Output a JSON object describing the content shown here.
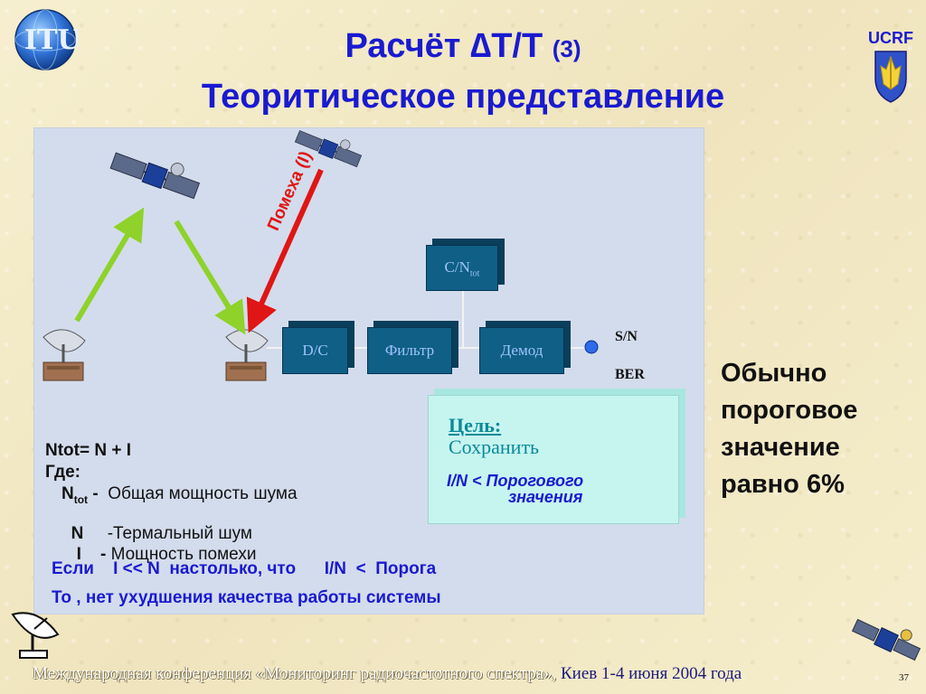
{
  "title": {
    "line1_main": "Расчёт ∆T/T",
    "line1_num": "(3)",
    "line2": "Теоритическое представление"
  },
  "logo_ucrf": "UCRF",
  "diagram": {
    "interference_label": "Помеха (I)",
    "block_cn": "C/N",
    "block_cn_sub": "tot",
    "block_dc": "D/C",
    "block_filter": "Фильтр",
    "block_demod": "Демод",
    "out_sn": "S/N",
    "out_ber": "BER"
  },
  "goal": {
    "title": "Цель:",
    "keep": "Сохранить",
    "cond_line1": "I/N  <  Порогового",
    "cond_line2": "значения"
  },
  "formula": {
    "ntot": "Ntot= N + I",
    "where": "Где:",
    "def1_sym": "N",
    "def1_sub": "tot",
    "def1_dash": " -",
    "def1_text": "  Общая мощность шума",
    "def2_sym": "N",
    "def2_text": "     -Термальный шум",
    "def3_sym": "I",
    "def3_dash": "    -",
    "def3_text": " Мощность помехи",
    "if_line": "Если    I << N  настолько, что      I/N  <  Порога",
    "then_line": "То , нет ухудшения качества работы системы"
  },
  "side": {
    "line1": "Обычно",
    "line2": "пороговое",
    "line3": "значение",
    "line4": "равно 6%"
  },
  "footer": {
    "text_light": "Международная конференция «Мониторинг радиочастотного спектра»,",
    "text_dark": " Киев 1-4 июня 2004 года",
    "page": "37"
  },
  "colors": {
    "title": "#1a1ad0",
    "uplink_arrow": "#8ed22a",
    "interference_arrow": "#e01515",
    "block": "#0f5f86",
    "goal_box": "#c6f5ef"
  }
}
